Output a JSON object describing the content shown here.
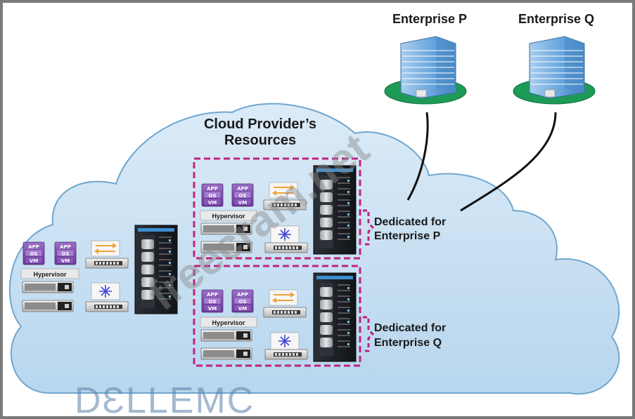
{
  "enterprises": [
    {
      "label": "Enterprise P"
    },
    {
      "label": "Enterprise Q"
    }
  ],
  "cloud": {
    "title_line1": "Cloud Provider’s",
    "title_line2": "Resources"
  },
  "dedicated": [
    {
      "line1": "Dedicated for",
      "line2": "Enterprise P"
    },
    {
      "line1": "Dedicated for",
      "line2": "Enterprise Q"
    }
  ],
  "vm": {
    "app": "APP",
    "os": "OS",
    "vm": "VM"
  },
  "hypervisor_label": "Hypervisor",
  "watermark": "freecram.net",
  "logo": "DƐLLEMC",
  "colors": {
    "cloud_fill": "#c8e1f3",
    "cloud_stroke": "#6fa6cf",
    "dashed": "#c0237e",
    "vm_purple": "#7b4aa8",
    "building": "#5c9bd6",
    "ground": "#1e9a57"
  }
}
